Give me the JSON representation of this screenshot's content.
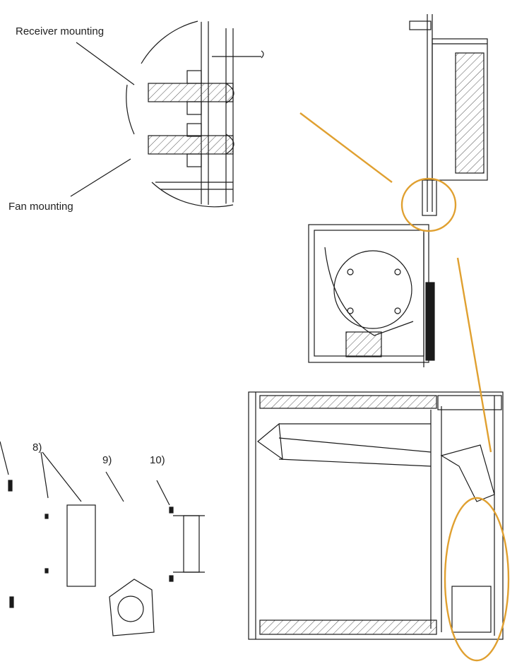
{
  "labels": {
    "receiver_mounting": "Receiver mounting",
    "fan_mounting": "Fan mounting"
  },
  "steps": [
    "8)",
    "9)",
    "10)"
  ],
  "colors": {
    "line": "#1a1a1a",
    "callout": "#e0a030",
    "hatch": "#555555"
  }
}
